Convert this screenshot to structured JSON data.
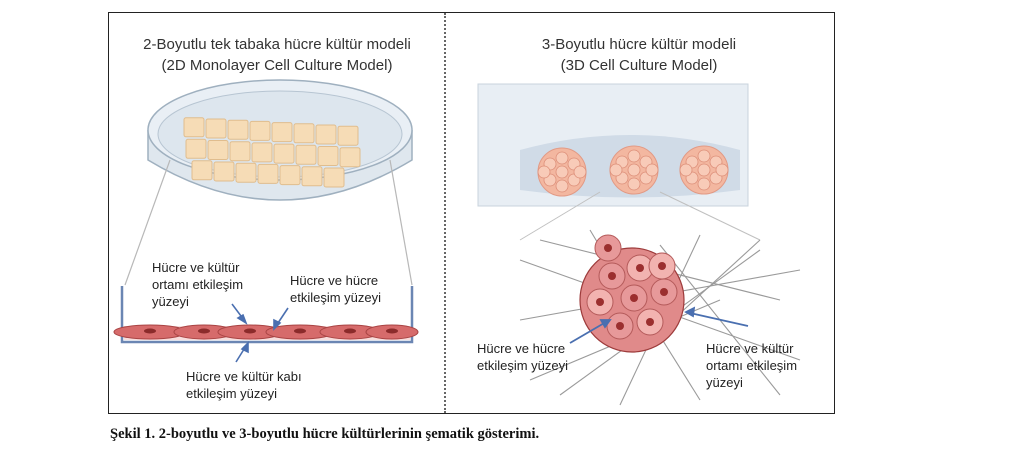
{
  "left_panel": {
    "title_tr": "2-Boyutlu tek tabaka hücre kültür modeli",
    "title_en": "(2D Monolayer Cell Culture Model)",
    "label_cell_medium": [
      "Hücre ve kültür",
      "ortamı etkileşim",
      "yüzeyi"
    ],
    "label_cell_cell": [
      "Hücre ve hücre",
      "etkileşim yüzeyi"
    ],
    "label_cell_dish": [
      "Hücre ve kültür kabı",
      "etkileşim yüzeyi"
    ]
  },
  "right_panel": {
    "title_tr": "3-Boyutlu hücre kültür modeli",
    "title_en": "(3D Cell Culture Model)",
    "label_cell_cell": [
      "Hücre ve hücre",
      "etkileşim yüzeyi"
    ],
    "label_cell_medium": [
      "Hücre ve kültür",
      "ortamı etkileşim",
      "yüzeyi"
    ]
  },
  "caption": "Şekil 1. 2-boyutlu ve 3-boyutlu hücre kültürlerinin şematik gösterimi.",
  "colors": {
    "frame": "#222222",
    "dish": "#c9d7e3",
    "monolayer_cell": "#f6dcb6",
    "flat_cell": "#d66b6b",
    "spheroid": "#f3b7a0",
    "cluster": "#e08a8a",
    "arrow": "#4a6fb0"
  }
}
